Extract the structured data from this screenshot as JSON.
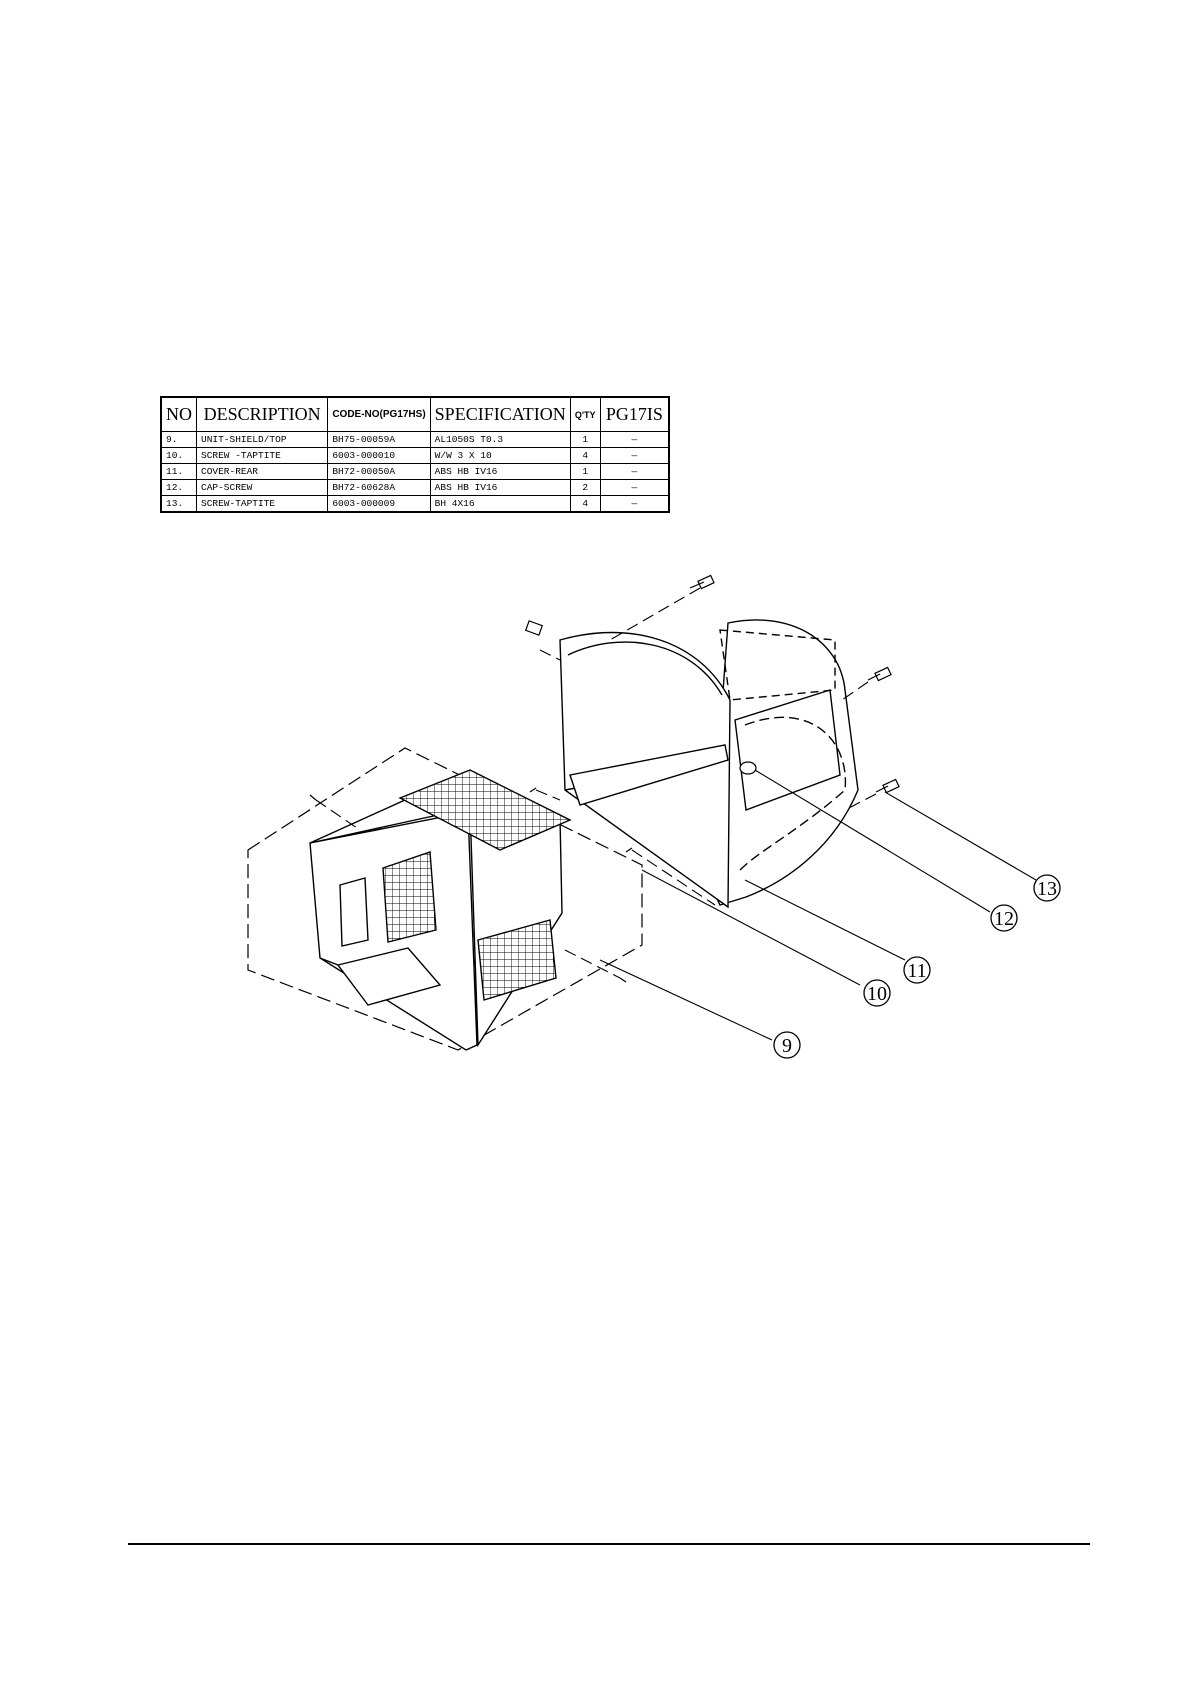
{
  "parts_table": {
    "headers": {
      "no": "NO",
      "description": "DESCRIPTION",
      "code_no": "CODE-NO(PG17HS)",
      "specification": "SPECIFICATION",
      "qty": "Q'TY",
      "model": "PG17IS"
    },
    "rows": [
      {
        "no": "9.",
        "description": "UNIT-SHIELD/TOP",
        "code_no": "BH75-00059A",
        "specification": "AL1050S T0.3",
        "qty": "1",
        "model": "—"
      },
      {
        "no": "10.",
        "description": "SCREW -TAPTITE",
        "code_no": "6003-000010",
        "specification": "W/W 3 X 10",
        "qty": "4",
        "model": "—"
      },
      {
        "no": "11.",
        "description": "COVER-REAR",
        "code_no": "BH72-00050A",
        "specification": "ABS HB IV16",
        "qty": "1",
        "model": "—"
      },
      {
        "no": "12.",
        "description": "CAP-SCREW",
        "code_no": "BH72-60628A",
        "specification": "ABS HB IV16",
        "qty": "2",
        "model": "—"
      },
      {
        "no": "13.",
        "description": "SCREW-TAPTITE",
        "code_no": "6003-000009",
        "specification": "BH 4X16",
        "qty": "4",
        "model": "—"
      }
    ]
  },
  "diagram": {
    "callouts": [
      "9",
      "10",
      "11",
      "12",
      "13"
    ]
  }
}
